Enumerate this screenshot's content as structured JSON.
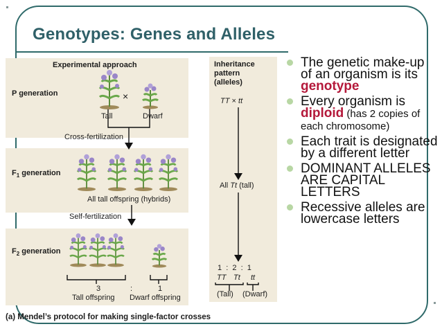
{
  "slide": {
    "title": "Genotypes: Genes and Alleles"
  },
  "figure": {
    "experimental_header": "Experimental approach",
    "inheritance_header_1": "Inheritance",
    "inheritance_header_2": "pattern",
    "inheritance_header_3": "(alleles)",
    "p_generation": "P generation",
    "cross_symbol": "×",
    "tall": "Tall",
    "dwarf": "Dwarf",
    "cross_fertilization": "Cross-fertilization",
    "f1_generation_prefix": "F",
    "f1_generation_sub": "1",
    "f1_generation_suffix": " generation",
    "f1_offspring": "All tall offspring (hybrids)",
    "self_fertilization": "Self-fertilization",
    "f2_generation_prefix": "F",
    "f2_generation_sub": "2",
    "f2_generation_suffix": " generation",
    "ratio_tall": "3",
    "ratio_colon": ":",
    "ratio_dwarf": "1",
    "tall_offspring": "Tall offspring",
    "dwarf_offspring": "Dwarf offspring",
    "parent_genotypes_a": "TT",
    "parent_genotypes_x": "×",
    "parent_genotypes_b": "tt",
    "f1_genotype_all": "All ",
    "f1_genotype": "Tt",
    "f1_genotype_tall": " (tall)",
    "ratio_line": "1  :  2  :  1",
    "geno_TT": "TT",
    "geno_Tt": "Tt",
    "geno_tt": "tt",
    "pheno_tall": "(Tall)",
    "pheno_dwarf": "(Dwarf)",
    "caption": "(a) Mendel’s protocol for making single-factor crosses"
  },
  "bullets": [
    {
      "pre": "The genetic make-up of an organism is its ",
      "em": "genotype",
      "post": "",
      "small": ""
    },
    {
      "pre": "Every organism is ",
      "em": "diploid",
      "post": "",
      "small": " (has 2 copies of each chromosome)"
    },
    {
      "pre": "Each trait is designated by a different letter",
      "em": "",
      "post": "",
      "small": ""
    },
    {
      "pre": "DOMINANT ALLELES ARE CAPITAL LETTERS",
      "em": "",
      "post": "",
      "small": ""
    },
    {
      "pre": "Recessive alleles are lowercase letters",
      "em": "",
      "post": "",
      "small": ""
    }
  ],
  "colors": {
    "frame": "#2f6a6a",
    "title": "#2f6068",
    "panel": "#f1ebdc",
    "emphasis": "#b4183a",
    "bullet": "#b8d7a4"
  }
}
